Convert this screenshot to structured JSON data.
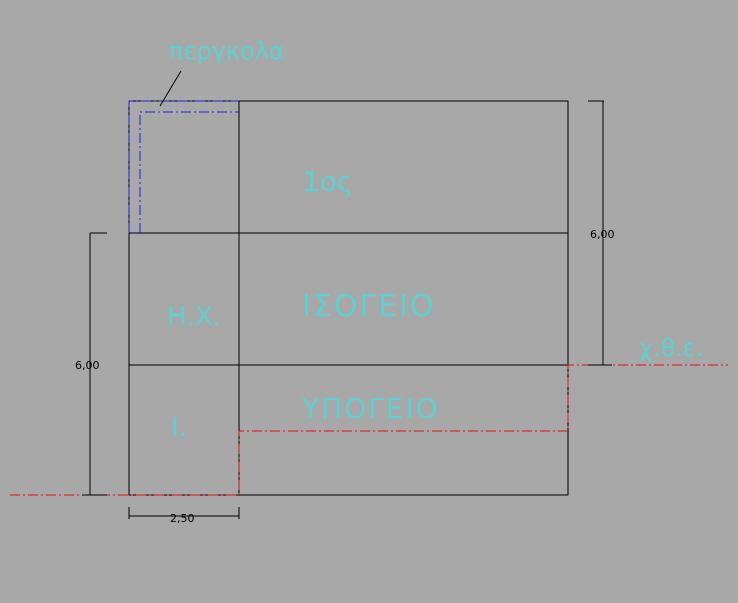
{
  "colors": {
    "background": "#a8a8a8",
    "outline": "#000000",
    "label_cyan": "#5fd0d0",
    "ground_red": "#e01010",
    "pergola_blue": "#2020e0"
  },
  "labels": {
    "pergola": "περγκολα",
    "floor_1": "1ος",
    "ground_floor": "ΙΣΟΓΕΙΟ",
    "basement": "ΥΠΟΓΕΙΟ",
    "room_hx": "Η.Χ.",
    "room_l": "Ι.",
    "ground_level": "χ.θ.ε."
  },
  "dimensions": {
    "right_height": "6,00",
    "left_height": "6,00",
    "bottom_width": "2,50"
  }
}
